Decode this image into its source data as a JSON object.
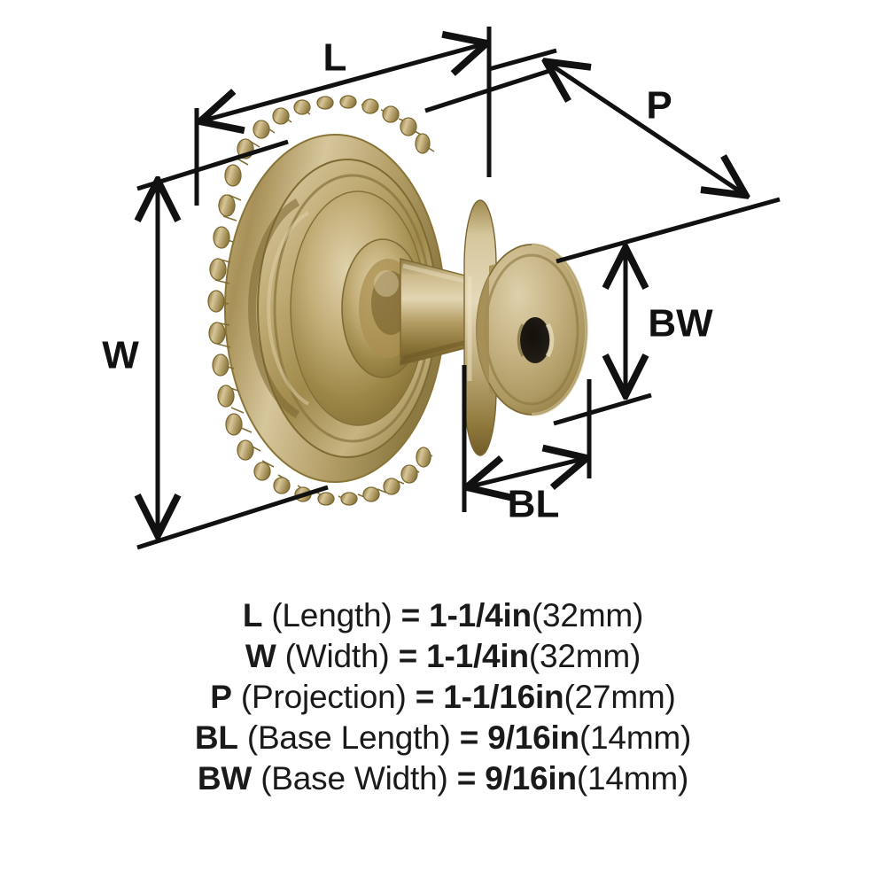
{
  "diagram": {
    "labels": {
      "length": "L",
      "width": "W",
      "projection": "P",
      "base_length": "BL",
      "base_width": "BW"
    },
    "product": "cabinet knob with knurled edge and round mounting base",
    "colors": {
      "brass_light": "#d8c79f",
      "brass_mid": "#b5a06a",
      "brass_dark": "#8a7337",
      "brass_deep": "#6d5826",
      "hole": "#1e1a14",
      "line": "#111111",
      "background": "#ffffff"
    }
  },
  "specs": [
    {
      "code": "L",
      "name": "(Length)",
      "value": "= 1-1/4in",
      "metric": "(32mm)"
    },
    {
      "code": "W",
      "name": "(Width)",
      "value": "= 1-1/4in",
      "metric": "(32mm)"
    },
    {
      "code": "P",
      "name": "(Projection)",
      "value": "= 1-1/16in",
      "metric": "(27mm)"
    },
    {
      "code": "BL",
      "name": "(Base Length)",
      "value": "= 9/16in",
      "metric": "(14mm)"
    },
    {
      "code": "BW",
      "name": "(Base Width)",
      "value": "= 9/16in",
      "metric": "(14mm)"
    }
  ]
}
